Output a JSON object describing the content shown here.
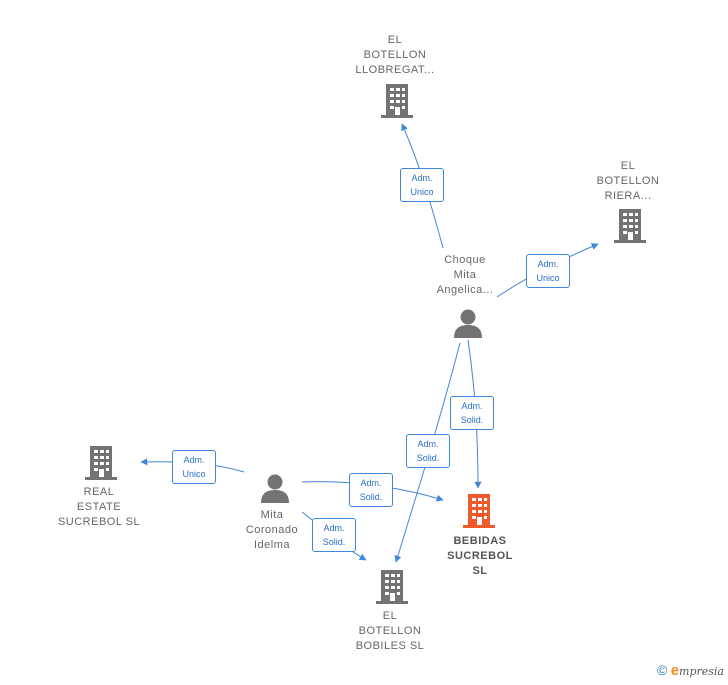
{
  "nodes": {
    "llobregat": {
      "label": "EL\nBOTELLON\nLLOBREGAT...",
      "type": "company"
    },
    "riera": {
      "label": "EL\nBOTELLON\nRIERA...",
      "type": "company"
    },
    "choque": {
      "label": "Choque\nMita\nAngelica...",
      "type": "person"
    },
    "real_estate": {
      "label": "REAL\nESTATE\nSUCREBOL  SL",
      "type": "company"
    },
    "mita_coronado": {
      "label": "Mita\nCoronado\nIdelma",
      "type": "person"
    },
    "bebidas": {
      "label": "BEBIDAS\nSUCREBOL\nSL",
      "type": "company-main"
    },
    "bobiles": {
      "label": "EL\nBOTELLON\nBOBILES  SL",
      "type": "company"
    }
  },
  "edges": {
    "choque_llobregat": "Adm.\nUnico",
    "choque_riera": "Adm.\nUnico",
    "choque_bebidas": "Adm.\nSolid.",
    "choque_bobiles": "Adm.\nSolid.",
    "mita_real_estate": "Adm.\nUnico",
    "mita_bebidas": "Adm.\nSolid.",
    "mita_bobiles": "Adm.\nSolid."
  },
  "colors": {
    "edge": "#3f86d8",
    "company_icon": "#737373",
    "main_icon": "#f05a2b",
    "person_icon": "#737373"
  },
  "footer": {
    "copyright": "©",
    "brand_e": "e",
    "brand_rest": "mpresia"
  }
}
